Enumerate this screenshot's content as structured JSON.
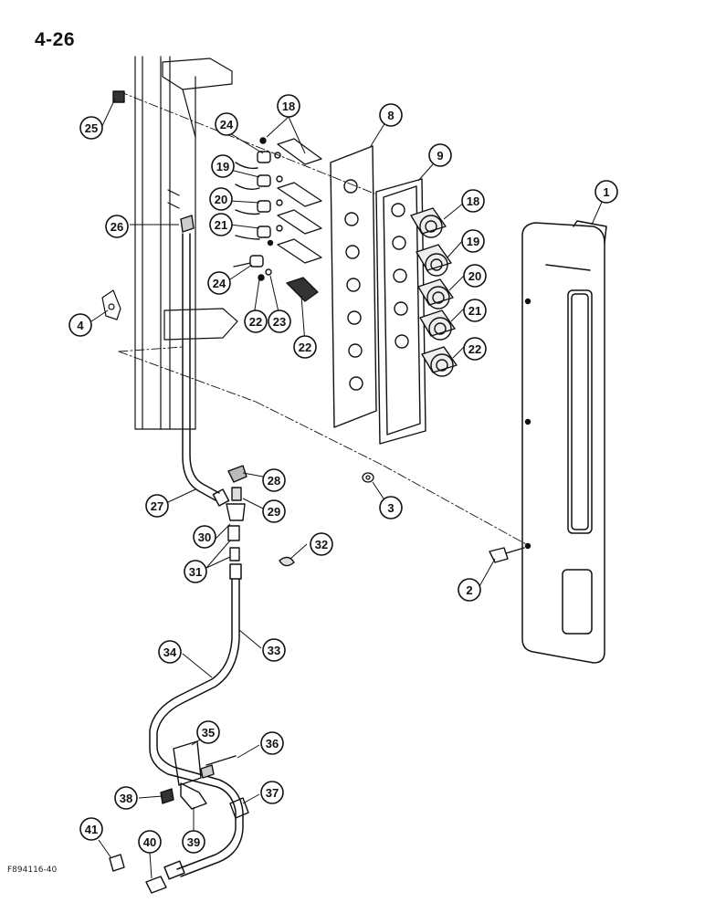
{
  "page_number": "4-26",
  "figure_code": "F894116-40",
  "callouts": [
    "1",
    "2",
    "3",
    "4",
    "8",
    "9",
    "18",
    "18",
    "19",
    "19",
    "20",
    "20",
    "21",
    "21",
    "22",
    "22",
    "22",
    "23",
    "24",
    "24",
    "25",
    "26",
    "27",
    "28",
    "29",
    "30",
    "31",
    "32",
    "33",
    "34",
    "35",
    "36",
    "37",
    "38",
    "39",
    "40",
    "41"
  ]
}
